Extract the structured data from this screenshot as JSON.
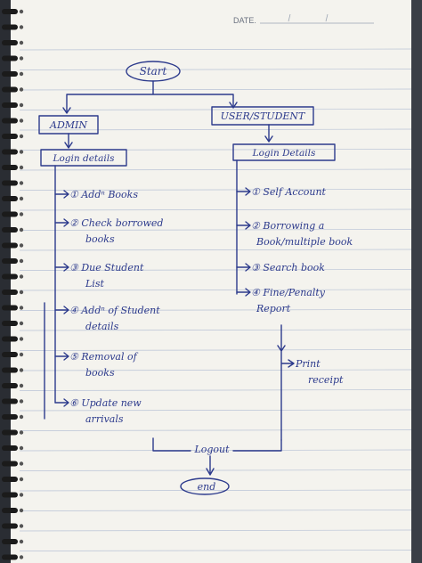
{
  "header": {
    "date_label": "DATE."
  },
  "flow": {
    "start": "Start",
    "admin": "ADMIN",
    "user": "USER/STUDENT",
    "admin_login": "Login details",
    "user_login": "Login Details",
    "admin_items": [
      {
        "line1": "① Addⁿ Books",
        "line2": ""
      },
      {
        "line1": "② Check borrowed",
        "line2": "books"
      },
      {
        "line1": "③ Due Student",
        "line2": "List"
      },
      {
        "line1": "④ Addⁿ of Student",
        "line2": "details"
      },
      {
        "line1": "⑤ Removal of",
        "line2": "books"
      },
      {
        "line1": "⑥ Update new",
        "line2": "arrivals"
      }
    ],
    "user_items": [
      {
        "line1": "① Self Account",
        "line2": ""
      },
      {
        "line1": "② Borrowing a",
        "line2": "Book/multiple book"
      },
      {
        "line1": "③ Search book",
        "line2": ""
      },
      {
        "line1": "④ Fine/Penalty",
        "line2": "Report"
      }
    ],
    "print": {
      "line1": "Print",
      "line2": "receipt"
    },
    "logout": "Logout",
    "end": "end"
  },
  "colors": {
    "ink": "#2c3a8c",
    "paper": "#f4f3ee",
    "rule": "#b9c3d6",
    "spiral": "#1b1b1b"
  }
}
